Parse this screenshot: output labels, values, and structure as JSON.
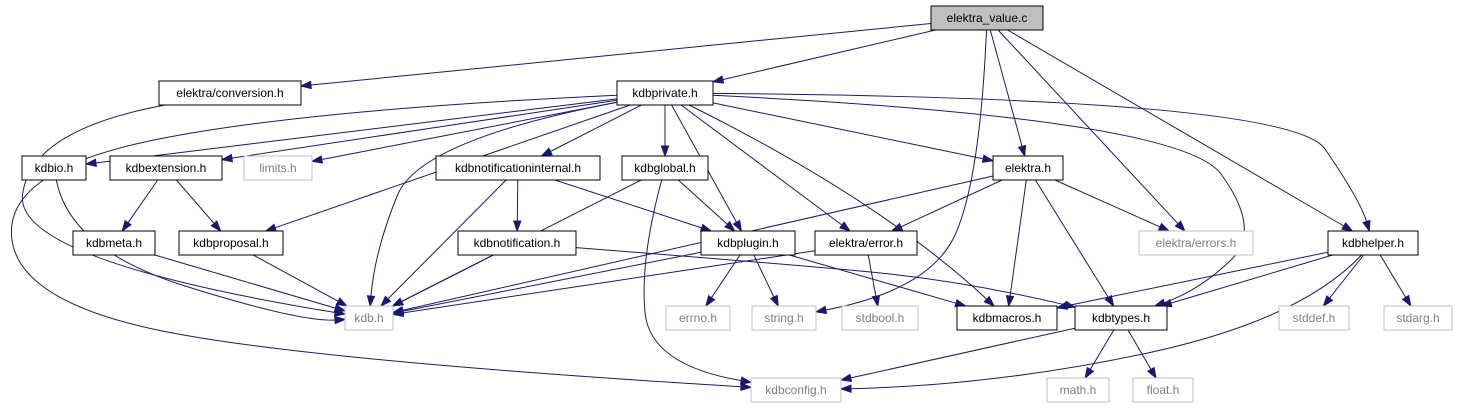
{
  "colors": {
    "edge": "#191970",
    "root_fill": "#bfbfbf",
    "node_fill": "#ffffff",
    "node_border": "#000000",
    "external_border": "#bfbfbf",
    "external_text": "#7f7f7f",
    "text": "#000000"
  },
  "nodes": [
    {
      "id": "elektra_value_c",
      "label": "elektra_value.c",
      "kind": "root"
    },
    {
      "id": "elektra_conversion_h",
      "label": "elektra/conversion.h",
      "kind": "local"
    },
    {
      "id": "kdbprivate_h",
      "label": "kdbprivate.h",
      "kind": "local"
    },
    {
      "id": "kdbio_h",
      "label": "kdbio.h",
      "kind": "local"
    },
    {
      "id": "kdbextension_h",
      "label": "kdbextension.h",
      "kind": "local"
    },
    {
      "id": "limits_h",
      "label": "limits.h",
      "kind": "external"
    },
    {
      "id": "kdbnotificationinternal_h",
      "label": "kdbnotificationinternal.h",
      "kind": "local"
    },
    {
      "id": "kdbglobal_h",
      "label": "kdbglobal.h",
      "kind": "local"
    },
    {
      "id": "elektra_h",
      "label": "elektra.h",
      "kind": "local"
    },
    {
      "id": "kdbmeta_h",
      "label": "kdbmeta.h",
      "kind": "local"
    },
    {
      "id": "kdbproposal_h",
      "label": "kdbproposal.h",
      "kind": "local"
    },
    {
      "id": "kdbnotification_h",
      "label": "kdbnotification.h",
      "kind": "local"
    },
    {
      "id": "kdbplugin_h",
      "label": "kdbplugin.h",
      "kind": "local"
    },
    {
      "id": "elektra_error_h",
      "label": "elektra/error.h",
      "kind": "local"
    },
    {
      "id": "elektra_errors_h",
      "label": "elektra/errors.h",
      "kind": "external"
    },
    {
      "id": "kdbhelper_h",
      "label": "kdbhelper.h",
      "kind": "local"
    },
    {
      "id": "kdb_h",
      "label": "kdb.h",
      "kind": "external"
    },
    {
      "id": "errno_h",
      "label": "errno.h",
      "kind": "external"
    },
    {
      "id": "string_h",
      "label": "string.h",
      "kind": "external"
    },
    {
      "id": "stdbool_h",
      "label": "stdbool.h",
      "kind": "external"
    },
    {
      "id": "kdbmacros_h",
      "label": "kdbmacros.h",
      "kind": "local"
    },
    {
      "id": "kdbtypes_h",
      "label": "kdbtypes.h",
      "kind": "local"
    },
    {
      "id": "stddef_h",
      "label": "stddef.h",
      "kind": "external"
    },
    {
      "id": "stdarg_h",
      "label": "stdarg.h",
      "kind": "external"
    },
    {
      "id": "math_h",
      "label": "math.h",
      "kind": "external"
    },
    {
      "id": "float_h",
      "label": "float.h",
      "kind": "external"
    },
    {
      "id": "kdbconfig_h",
      "label": "kdbconfig.h",
      "kind": "external"
    }
  ],
  "edges": [
    [
      "elektra_value_c",
      "elektra_conversion_h"
    ],
    [
      "elektra_value_c",
      "kdbprivate_h"
    ],
    [
      "elektra_value_c",
      "elektra_h"
    ],
    [
      "elektra_value_c",
      "elektra_errors_h"
    ],
    [
      "elektra_value_c",
      "string_h"
    ],
    [
      "elektra_value_c",
      "kdbhelper_h"
    ],
    [
      "elektra_conversion_h",
      "kdb_h"
    ],
    [
      "kdbprivate_h",
      "kdbio_h"
    ],
    [
      "kdbprivate_h",
      "kdbextension_h"
    ],
    [
      "kdbprivate_h",
      "limits_h"
    ],
    [
      "kdbprivate_h",
      "kdbnotificationinternal_h"
    ],
    [
      "kdbprivate_h",
      "kdbglobal_h"
    ],
    [
      "kdbprivate_h",
      "elektra_h"
    ],
    [
      "kdbprivate_h",
      "kdbproposal_h"
    ],
    [
      "kdbprivate_h",
      "kdbplugin_h"
    ],
    [
      "kdbprivate_h",
      "elektra_error_h"
    ],
    [
      "kdbprivate_h",
      "kdb_h"
    ],
    [
      "kdbprivate_h",
      "kdbmacros_h"
    ],
    [
      "kdbprivate_h",
      "kdbtypes_h"
    ],
    [
      "kdbprivate_h",
      "kdbhelper_h"
    ],
    [
      "kdbprivate_h",
      "kdbconfig_h"
    ],
    [
      "kdbio_h",
      "kdb_h"
    ],
    [
      "kdbextension_h",
      "kdbmeta_h"
    ],
    [
      "kdbextension_h",
      "kdbproposal_h"
    ],
    [
      "kdbmeta_h",
      "kdb_h"
    ],
    [
      "kdbproposal_h",
      "kdb_h"
    ],
    [
      "kdbnotificationinternal_h",
      "kdbnotification_h"
    ],
    [
      "kdbnotificationinternal_h",
      "kdbplugin_h"
    ],
    [
      "kdbnotificationinternal_h",
      "kdb_h"
    ],
    [
      "kdbnotification_h",
      "kdb_h"
    ],
    [
      "kdbnotification_h",
      "kdbtypes_h"
    ],
    [
      "kdbglobal_h",
      "kdbplugin_h"
    ],
    [
      "kdbglobal_h",
      "kdb_h"
    ],
    [
      "kdbglobal_h",
      "kdbconfig_h"
    ],
    [
      "elektra_h",
      "elektra_error_h"
    ],
    [
      "elektra_h",
      "elektra_errors_h"
    ],
    [
      "elektra_h",
      "kdb_h"
    ],
    [
      "elektra_h",
      "kdbmacros_h"
    ],
    [
      "elektra_h",
      "kdbtypes_h"
    ],
    [
      "kdbplugin_h",
      "kdb_h"
    ],
    [
      "kdbplugin_h",
      "errno_h"
    ],
    [
      "kdbplugin_h",
      "string_h"
    ],
    [
      "kdbplugin_h",
      "kdbmacros_h"
    ],
    [
      "elektra_error_h",
      "stdbool_h"
    ],
    [
      "elektra_error_h",
      "kdb_h"
    ],
    [
      "kdbhelper_h",
      "kdbmacros_h"
    ],
    [
      "kdbhelper_h",
      "kdbtypes_h"
    ],
    [
      "kdbhelper_h",
      "stddef_h"
    ],
    [
      "kdbhelper_h",
      "stdarg_h"
    ],
    [
      "kdbhelper_h",
      "kdbconfig_h"
    ],
    [
      "kdbtypes_h",
      "math_h"
    ],
    [
      "kdbtypes_h",
      "float_h"
    ],
    [
      "kdbtypes_h",
      "kdbconfig_h"
    ]
  ]
}
